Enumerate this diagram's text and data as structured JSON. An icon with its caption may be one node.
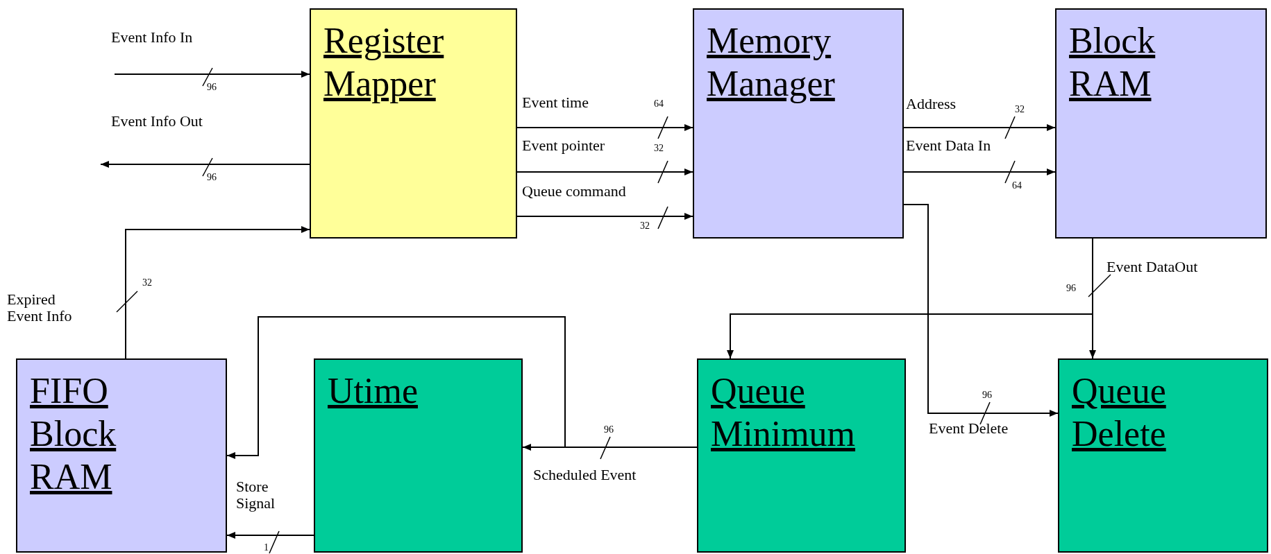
{
  "diagram": {
    "nodes": [
      {
        "text": [
          "Register Mapper"
        ]
      },
      {
        "text": [
          "Memory Manager"
        ]
      },
      {
        "text": [
          "Block RAM"
        ]
      },
      {
        "text": [
          "FIFO Block RAM"
        ]
      },
      {
        "text": [
          "Utime"
        ]
      },
      {
        "text": [
          "Queue Minimum"
        ]
      },
      {
        "text": [
          "Queue Delete"
        ]
      }
    ],
    "edges": [
      {
        "from": null,
        "to": 0,
        "arrow": "to",
        "label": "Event Info In"
      },
      {
        "from": 0,
        "to": null,
        "arrow": "to",
        "label": "Event Info Out"
      },
      {
        "from": 0,
        "to": 1,
        "arrow": "to",
        "label": "Event time"
      },
      {
        "from": 0,
        "to": 1,
        "arrow": "to",
        "label": "Event pointer"
      },
      {
        "from": 0,
        "to": 1,
        "arrow": "to",
        "label": "Queue command"
      },
      {
        "from": 1,
        "to": 2,
        "arrow": "to",
        "label": "Address"
      },
      {
        "from": 1,
        "to": 2,
        "arrow": "to",
        "label": "Event Data In"
      },
      {
        "from": 1,
        "to": 6,
        "arrow": "to",
        "label": "Event Delete"
      },
      {
        "from": 2,
        "to": 5,
        "arrow": "to"
      },
      {
        "from": 2,
        "to": 6,
        "arrow": "to",
        "label": "Event DataOut"
      },
      {
        "from": 5,
        "to": 4,
        "arrow": "to",
        "label": "Scheduled Event"
      },
      {
        "from": 5,
        "to": 3,
        "arrow": "to"
      },
      {
        "from": 4,
        "to": 3,
        "arrow": "to",
        "label": "Store Signal"
      },
      {
        "from": 3,
        "to": 0,
        "arrow": "to",
        "label": "Expired Event Info"
      }
    ],
    "labels": [
      "96",
      "96",
      "64",
      "32",
      "32",
      "32",
      "64",
      "32",
      "96",
      "96",
      "96",
      "1"
    ]
  }
}
